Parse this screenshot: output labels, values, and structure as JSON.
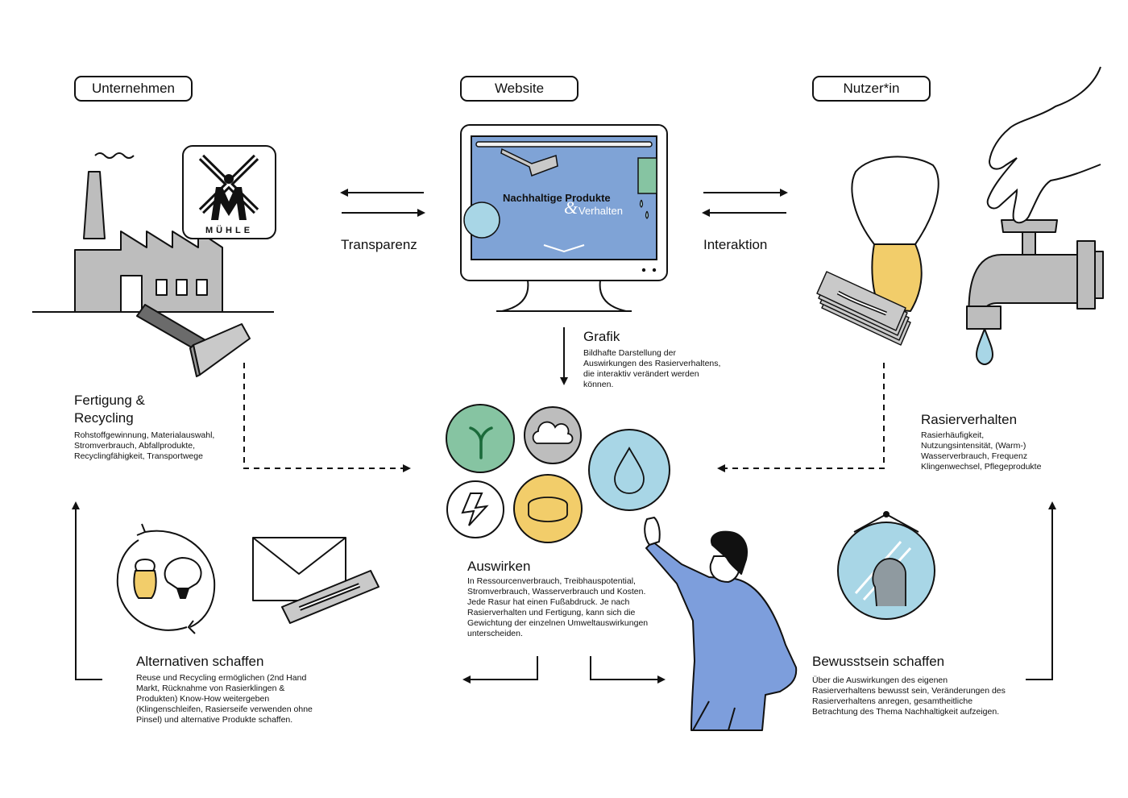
{
  "columns": {
    "company": "Unternehmen",
    "website": "Website",
    "user": "Nutzer*in"
  },
  "arrows": {
    "left": "Transparenz",
    "right": "Interaktion"
  },
  "brand": {
    "name": "MÜHLE"
  },
  "screen": {
    "line1": "Nachhaltige Produkte",
    "ampersand": "&",
    "line2": "Verhalten"
  },
  "grafik": {
    "title": "Grafik",
    "text": "Bildhafte Darstellung der Auswirkungen des Rasierverhaltens, die interaktiv verändert werden können."
  },
  "fertigung": {
    "title_line1": "Fertigung &",
    "title_line2": "Recycling",
    "text": "Rohstoffgewinnung, Materialauswahl, Stromverbrauch, Abfallprodukte, Recyclingfähigkeit, Transportwege"
  },
  "rasierverhalten": {
    "title": "Rasierverhalten",
    "text": "Rasierhäufigkeit, Nutzungsintensität, (Warm-) Wasserverbrauch, Frequenz Klingenwechsel, Pflegeprodukte"
  },
  "auswirken": {
    "title": "Auswirken",
    "text": "In Ressourcenverbrauch, Treibhauspotential, Stromverbrauch, Wasserverbrauch und Kosten. Jede Rasur hat einen Fußabdruck. Je nach Rasierverhalten und Fertigung, kann sich die Gewichtung der einzelnen Umweltauswirkungen unterscheiden."
  },
  "alternativen": {
    "title": "Alternativen schaffen",
    "text": "Reuse und Recycling ermöglichen (2nd Hand Markt, Rücknahme von Rasierklingen & Produkten) Know-How weitergeben (Klingenschleifen, Rasierseife verwenden ohne Pinsel) und alternative Produkte schaffen."
  },
  "bewusstsein": {
    "title": "Bewusstsein schaffen",
    "text": "Über die Auswirkungen des eigenen Rasierverhaltens bewusst sein, Veränderungen des Rasierverhaltens anregen, gesamtheitliche Betrachtung des Thema Nachhaltigkeit aufzeigen."
  },
  "colors": {
    "green": "#86c4a2",
    "grey": "#b9b9b9",
    "yellow": "#f2cd6a",
    "water": "#a8d6e6",
    "screen_blue": "#7fa3d6",
    "shirt": "#7d9edc",
    "factory": "#bdbdbd"
  },
  "icons": [
    "windmill-logo-icon",
    "plant-sprout-icon",
    "cloud-icon",
    "lightning-icon",
    "coin-icon",
    "water-drop-icon",
    "envelope-icon",
    "razor-blade-icon",
    "recycle-arrows-icon",
    "shaving-brush-icon",
    "water-tap-icon",
    "mirror-icon"
  ]
}
